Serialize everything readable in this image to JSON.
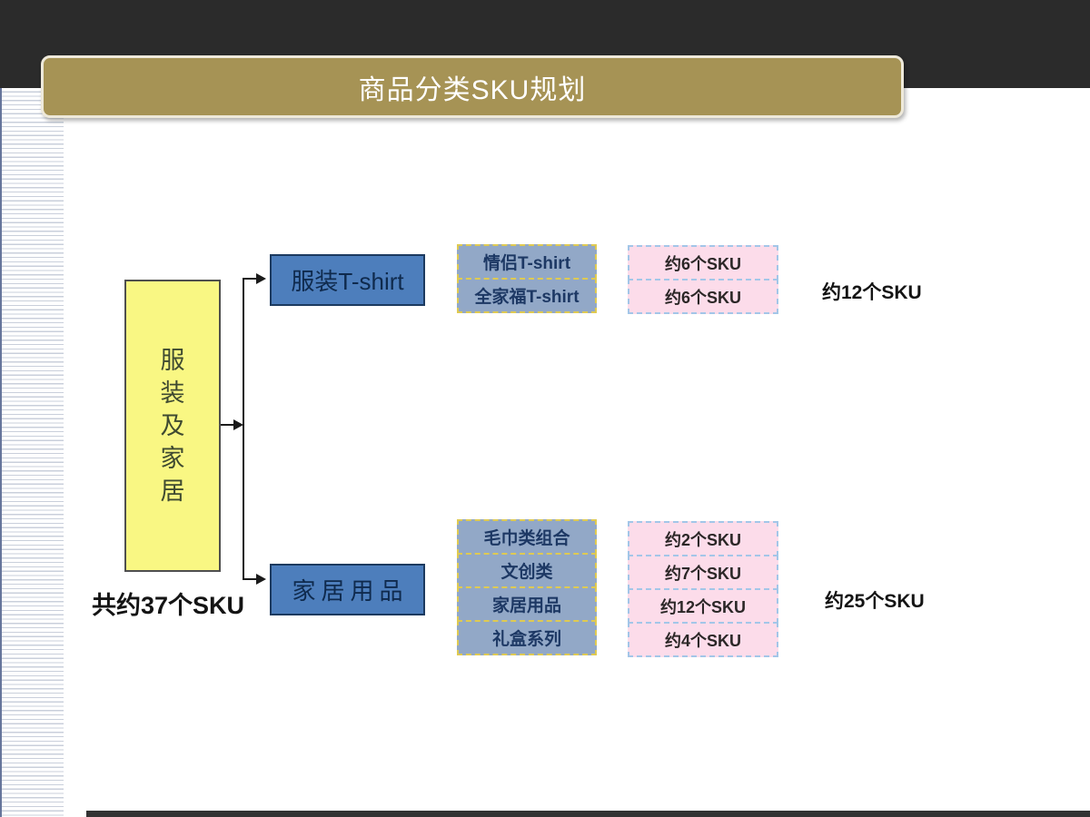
{
  "slide": {
    "title": "商品分类SKU规划"
  },
  "root": {
    "chars": [
      "服",
      "装",
      "及",
      "家",
      "居"
    ],
    "total_label": "共约37个SKU"
  },
  "branches": [
    {
      "label": "服装T-shirt",
      "subtotal": "约12个SKU",
      "items": [
        {
          "name": "情侣T-shirt",
          "sku": "约6个SKU"
        },
        {
          "name": "全家福T-shirt",
          "sku": "约6个SKU"
        }
      ]
    },
    {
      "label": "家居用品",
      "subtotal": "约25个SKU",
      "items": [
        {
          "name": "毛巾类组合",
          "sku": "约2个SKU"
        },
        {
          "name": "文创类",
          "sku": "约7个SKU"
        },
        {
          "name": "家居用品",
          "sku": "约12个SKU"
        },
        {
          "name": "礼盒系列",
          "sku": "约4个SKU"
        }
      ]
    }
  ],
  "colors": {
    "top_bar": "#2b2b2b",
    "banner": "#a69355",
    "root_fill": "#f9f783",
    "branch_fill": "#4d7ebc",
    "sub_item_fill": "#92a8c7",
    "sub_item_border": "#dfca52",
    "pink_fill": "#fcdcea",
    "pink_border": "#a3c6e8",
    "connector": "#1a1a1a"
  }
}
